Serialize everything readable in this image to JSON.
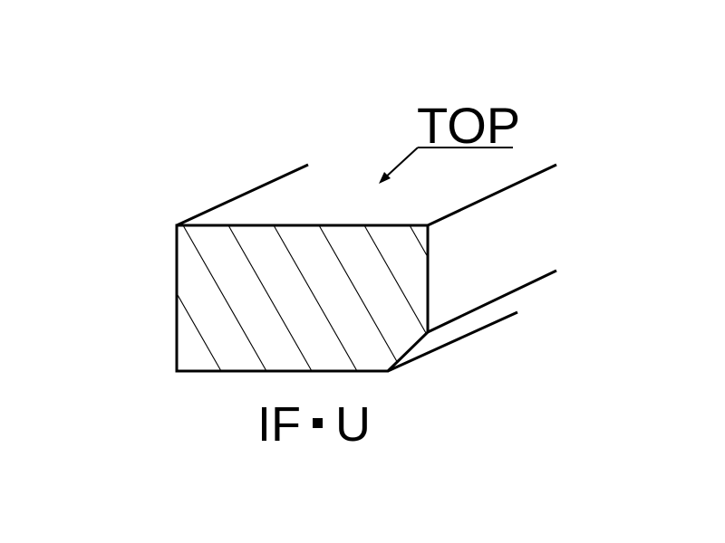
{
  "diagram": {
    "top_label": "TOP",
    "part_code_left": "IF",
    "part_code_right": "U"
  },
  "colors": {
    "stroke": "#000000",
    "background": "#ffffff"
  }
}
